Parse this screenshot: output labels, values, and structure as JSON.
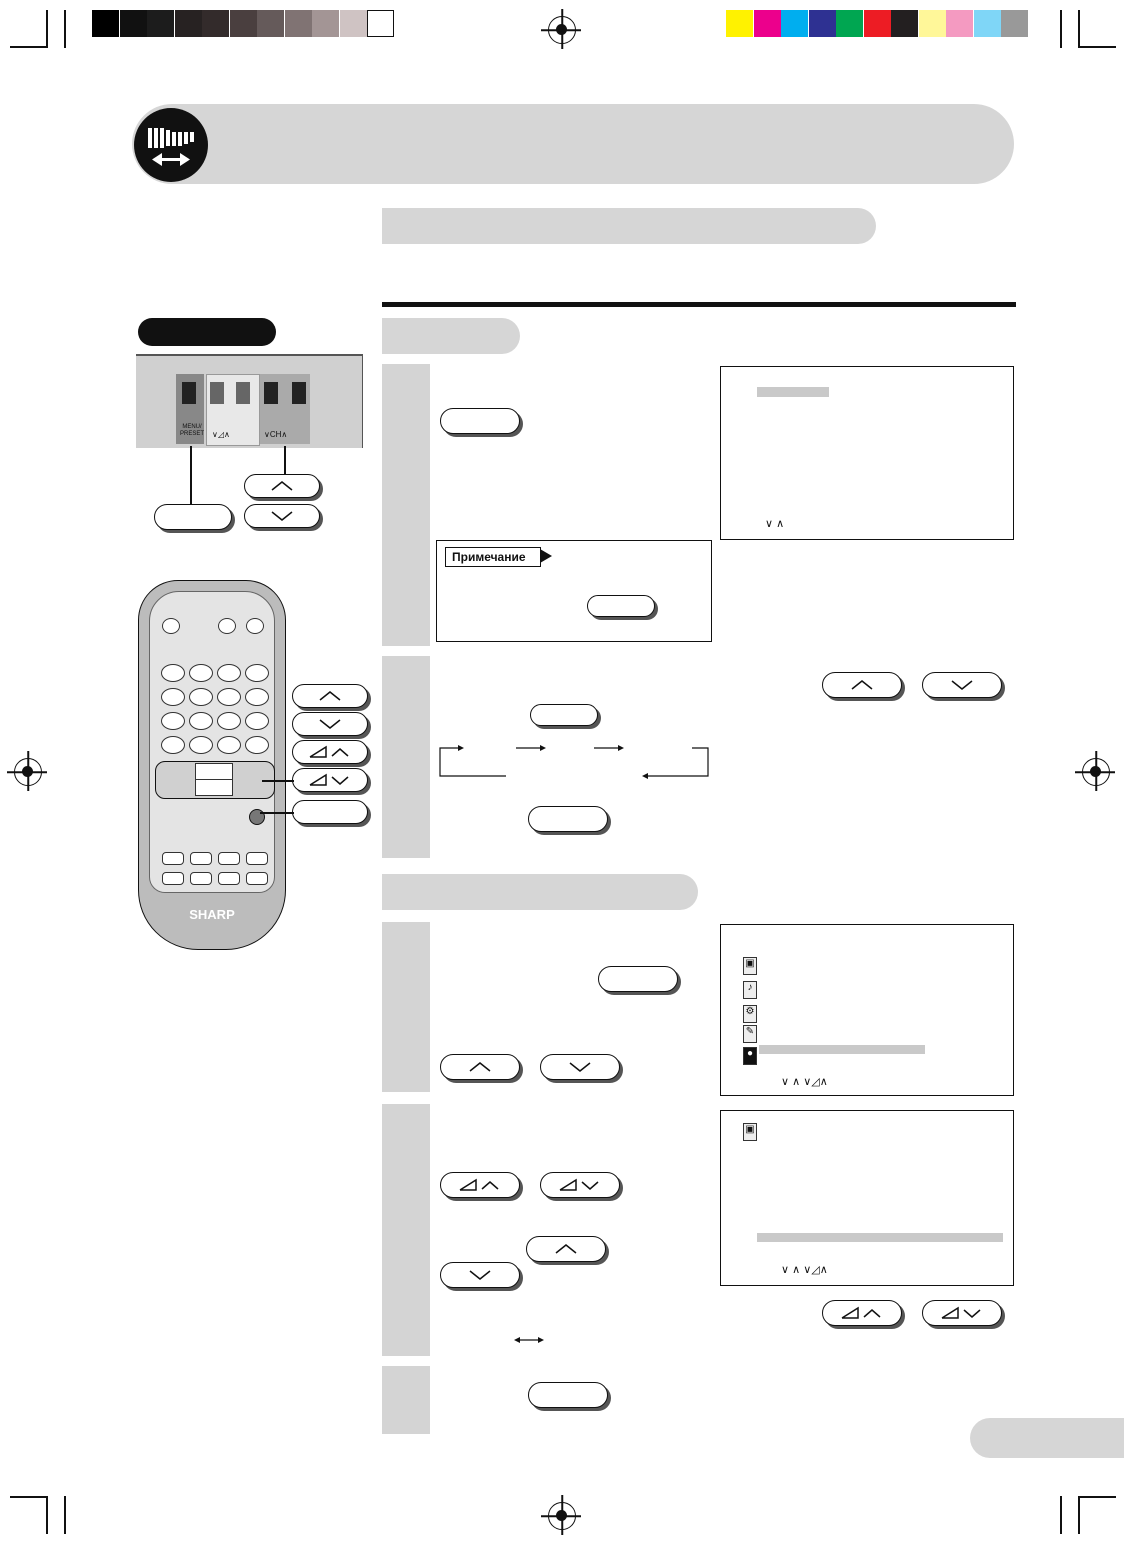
{
  "colors": {
    "gray_bar": "#d0d0d0",
    "gray_scale": [
      "#000000",
      "#111111",
      "#1c1c1c",
      "#272222",
      "#332b2b",
      "#4a3f3f",
      "#655a5a",
      "#807373",
      "#a39595",
      "#cfc3c3",
      "#ffffff"
    ],
    "color_bar": [
      "#fff200",
      "#ec008c",
      "#00aeef",
      "#2e3192",
      "#00a651",
      "#ed1c24",
      "#231f20",
      "#fff799",
      "#f49ac1",
      "#7fd6f7",
      "#999999"
    ]
  },
  "icons": {
    "section": "level-adjust-icon",
    "registration": "registration-mark-icon"
  },
  "note": {
    "label": "Примечание"
  },
  "panel": {
    "label": "MENU/ PRESET",
    "ch_label": "CH"
  },
  "remote": {
    "brand": "SHARP"
  },
  "screens": {
    "screen1_footer": "∨ ∧",
    "screen2_footer": "∨ ∧ ∨◿∧",
    "screen3_footer": "∨ ∧ ∨◿∧"
  }
}
